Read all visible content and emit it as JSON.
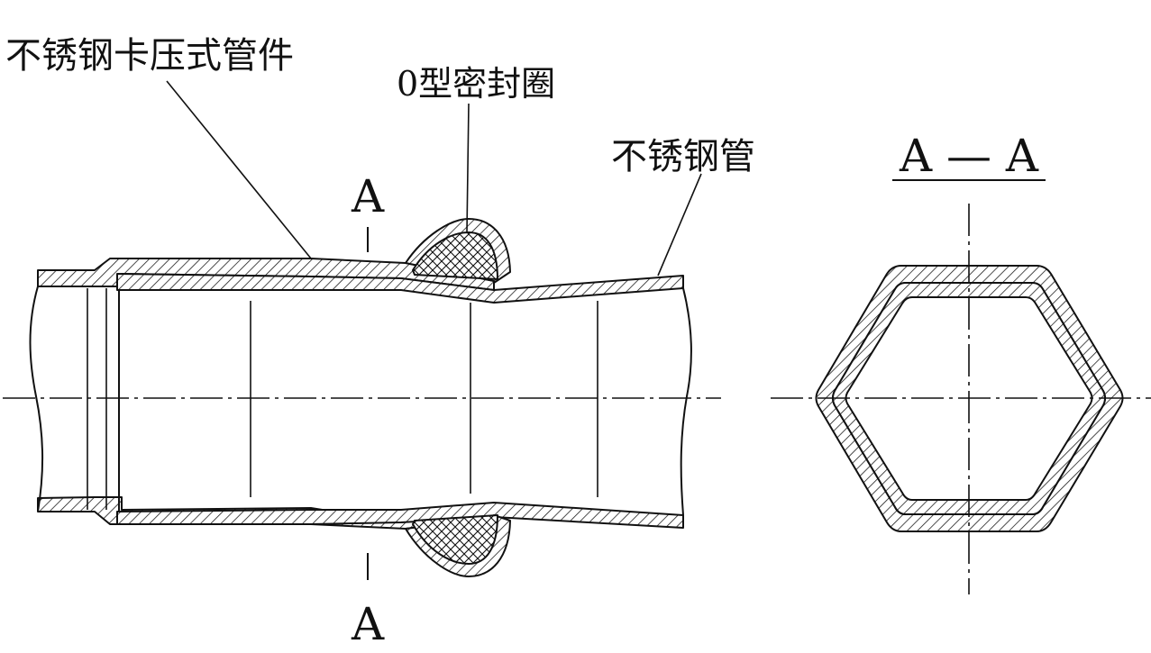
{
  "labels": {
    "fitting": "不锈钢卡压式管件",
    "oring": "0型密封圈",
    "pipe": "不锈钢管",
    "section_top": "A",
    "section_bottom": "A",
    "section_view": "A — A"
  },
  "colors": {
    "ink": "#111111",
    "paper": "#ffffff"
  }
}
